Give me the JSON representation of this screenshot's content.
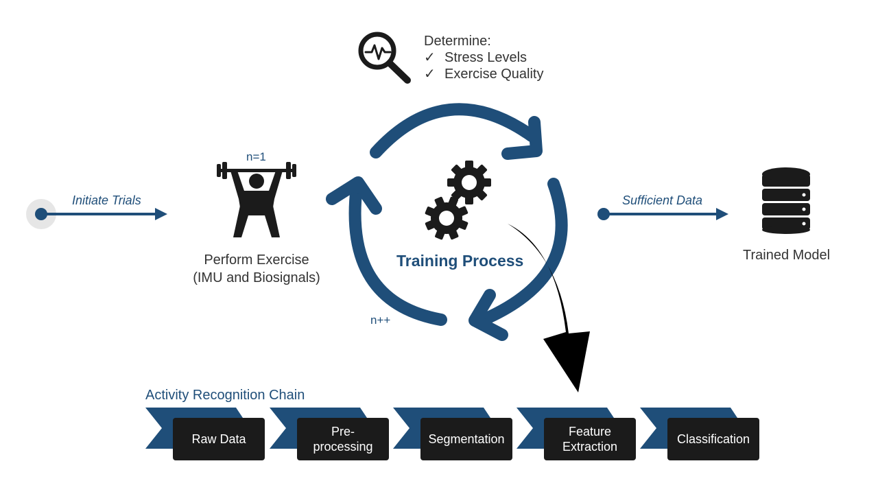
{
  "colors": {
    "accent": "#1f4e79",
    "dark": "#1b1b1b",
    "text": "#333333",
    "halo": "#e6e6e6"
  },
  "determine": {
    "heading": "Determine:",
    "items": [
      "Stress Levels",
      "Exercise Quality"
    ],
    "check_glyph": "✓",
    "icon": "magnifier-heartbeat-icon"
  },
  "start_arrow": {
    "label": "Initiate Trials"
  },
  "exercise": {
    "counter": "n=1",
    "line1": "Perform Exercise",
    "line2": "(IMU and Biosignals)",
    "icon": "weightlifter-icon"
  },
  "cycle": {
    "title": "Training Process",
    "counter": "n++",
    "icon": "gears-icon"
  },
  "end_arrow": {
    "label": "Sufficient Data"
  },
  "model": {
    "label": "Trained Model",
    "icon": "database-icon"
  },
  "chain": {
    "title": "Activity Recognition Chain",
    "steps": [
      {
        "line1": "Raw Data",
        "line2": ""
      },
      {
        "line1": "Pre-",
        "line2": "processing"
      },
      {
        "line1": "Segmentation",
        "line2": ""
      },
      {
        "line1": "Feature",
        "line2": "Extraction"
      },
      {
        "line1": "Classification",
        "line2": ""
      }
    ]
  }
}
